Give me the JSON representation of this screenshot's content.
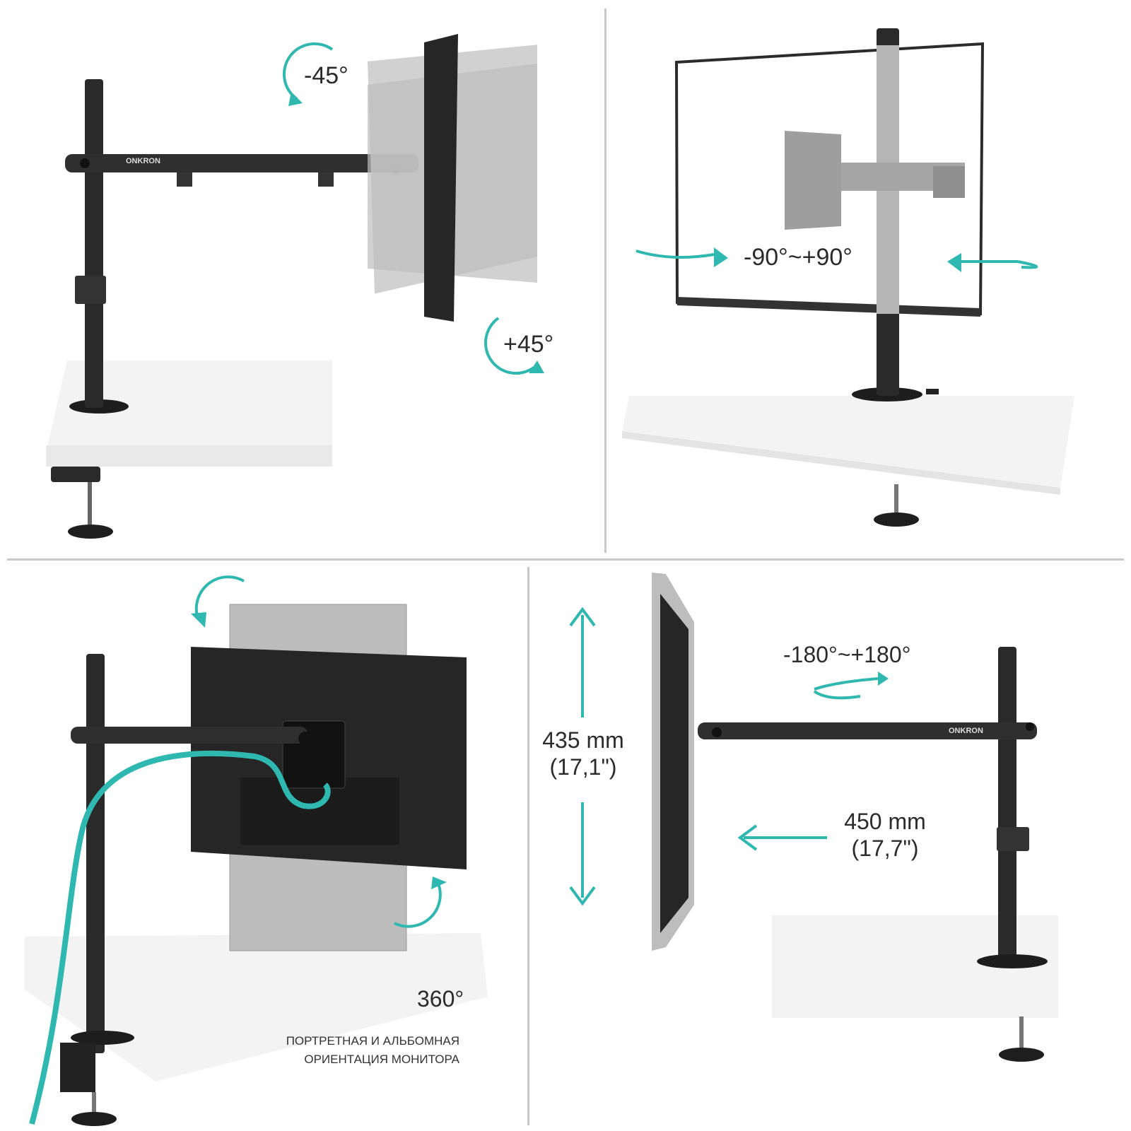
{
  "brand": "ONKRON",
  "colors": {
    "accent": "#2fb8b0",
    "metal": "#2a2a2a",
    "ghost": "#b9b9b9",
    "desk": "#f2f2f2"
  },
  "panels": {
    "tilt": {
      "minus": "-45°",
      "plus": "+45°"
    },
    "swivel": {
      "range": "-90°~+90°"
    },
    "rotate": {
      "degrees": "360°",
      "caption_line1": "ПОРТРЕТНАЯ И АЛЬБОМНАЯ",
      "caption_line2": "ОРИЕНТАЦИЯ МОНИТОРА"
    },
    "dimensions": {
      "arm_rotation": "-180°~+180°",
      "height_mm": "435 mm",
      "height_in": "(17,1\")",
      "reach_mm": "450 mm",
      "reach_in": "(17,7\")"
    }
  }
}
